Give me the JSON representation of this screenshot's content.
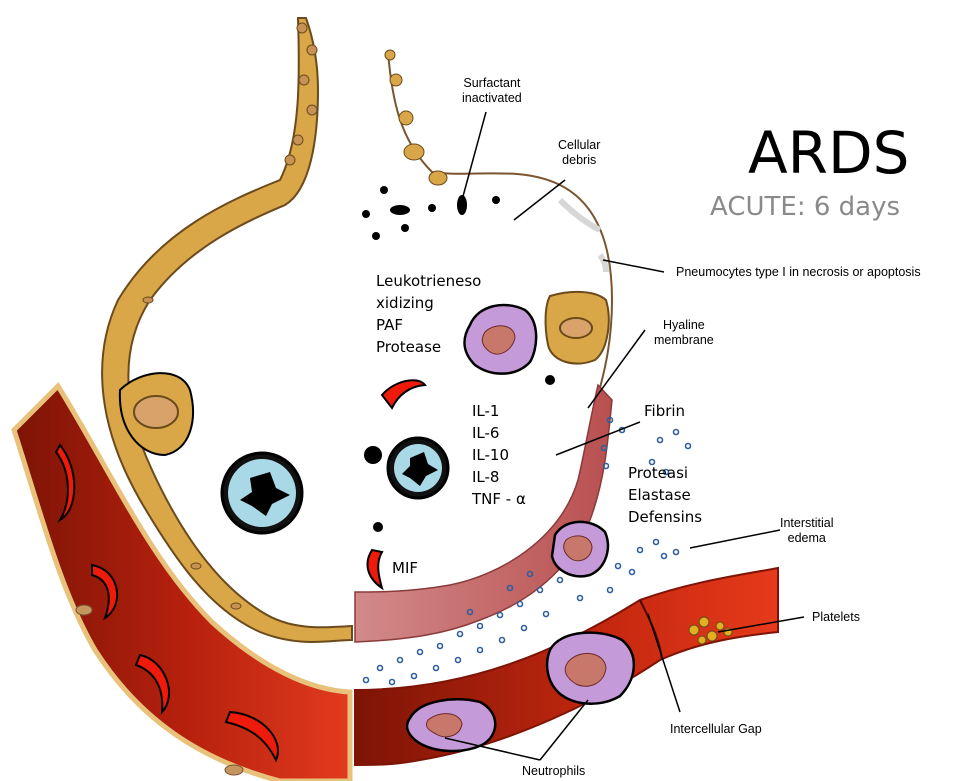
{
  "title": "ARDS",
  "subtitle": "ACUTE:  6 days",
  "labels": {
    "surfactant": [
      "Surfactant",
      "inactivated"
    ],
    "debris": [
      "Cellular",
      "debris"
    ],
    "pneumocytes": "Pneumocytes type I in necrosis or apoptosis",
    "hyaline": [
      "Hyaline",
      "membrane"
    ],
    "fibrin": "Fibrin",
    "interstitial": [
      "Interstitial",
      "edema"
    ],
    "platelets": "Platelets",
    "gap": "Intercellular Gap",
    "neutrophils": "Neutrophils",
    "mif": "MIF"
  },
  "mediators_left": [
    "Leukotrieneso",
    "xidizing",
    "PAF",
    "Protease"
  ],
  "cytokines": [
    "IL-1",
    "IL-6",
    "IL-10",
    "IL-8",
    "TNF - α"
  ],
  "proteases": [
    "Proteasi",
    "Elastase",
    "Defensins"
  ],
  "colors": {
    "epithelium": "#d9a648",
    "vessel_dark": "#9a1a08",
    "vessel_light": "#e0301a",
    "rbc": "#e8130a",
    "hyaline": "#c76a6a",
    "neutrophil": "#c59ad9",
    "macrophage_core": "#a9d8e6",
    "edema": "#2f5f9e"
  }
}
